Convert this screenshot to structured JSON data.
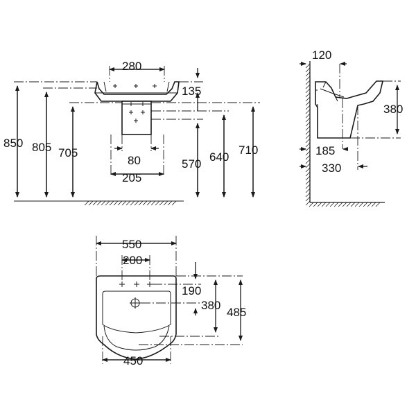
{
  "front_view": {
    "tap_centers_width": "280",
    "basin_rim_to_overflow": "135",
    "overall_height": "850",
    "rim_height": "805",
    "pedestal_top_height": "705",
    "waste_outlet_width": "80",
    "pedestal_foot_width": "205",
    "fixing_height_low": "570",
    "fixing_height_mid": "640",
    "fixing_height_high": "710"
  },
  "side_view": {
    "wall_to_fixing": "120",
    "basin_height": "380",
    "pedestal_projection": "185",
    "basin_projection": "330"
  },
  "top_view": {
    "overall_width": "550",
    "tap_holes_spacing": "200",
    "tap_to_drain": "190",
    "bowl_depth": "380",
    "overall_depth": "485",
    "front_width": "450"
  }
}
